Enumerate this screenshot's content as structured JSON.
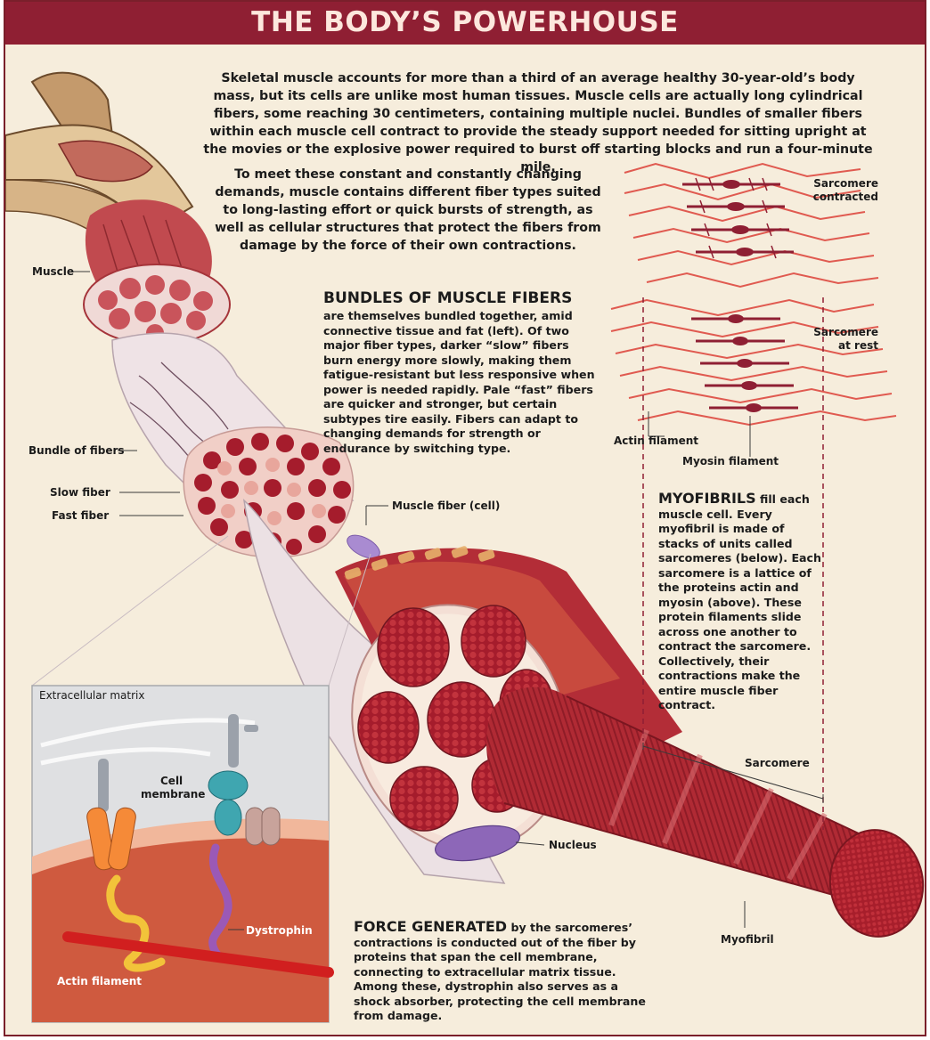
{
  "title": "THE BODY’S POWERHOUSE",
  "intro": {
    "paragraph1": "Skeletal muscle accounts for more than a third of an average healthy 30-year-old’s body mass, but its cells are unlike most human tissues. Muscle cells are actually long cylindrical fibers, some reaching 30 centimeters, containing multiple nuclei. Bundles of smaller fibers within each muscle cell contract to provide the steady support needed for sitting upright at the movies or the explosive power required to burst off starting blocks and run a four-minute mile.",
    "paragraph2": "To meet these constant and constantly changing demands, muscle contains different fiber types suited to long-lasting effort or quick bursts of strength, as well as cellular structures that protect the fibers from damage by the force of their own contractions."
  },
  "bundles": {
    "heading": "BUNDLES OF MUSCLE FIBERS",
    "body": "are themselves bundled together, amid connective tissue and fat (left). Of two major fiber types, darker “slow” fibers burn energy more slowly, making them fatigue-resistant but less responsive when power is needed rapidly. Pale “fast” fibers are quicker and stronger, but certain subtypes tire easily. Fibers can adapt to changing demands for strength or endurance by switching type."
  },
  "myofibrils": {
    "heading": "MYOFIBRILS",
    "body": "fill each muscle cell. Every myofibril is made of stacks of units called sarcomeres (below). Each sarcomere is a lattice of the proteins actin and myosin (above). These protein filaments slide across one another to contract the sarcomere. Collectively, their contractions make the entire muscle fiber contract."
  },
  "force": {
    "heading": "FORCE GENERATED",
    "body": "by the sarcomeres’ contractions is conducted out of the fiber by proteins that span the cell membrane, connecting to extracellular matrix tissue. Among these, dystrophin also serves as a shock absorber, protecting the cell membrane from damage."
  },
  "labels": {
    "muscle": "Muscle",
    "bundle_of_fibers": "Bundle of fibers",
    "slow_fiber": "Slow fiber",
    "fast_fiber": "Fast fiber",
    "muscle_fiber_cell": "Muscle fiber (cell)",
    "nucleus": "Nucleus",
    "sarcomere_contracted_1": "Sarcomere",
    "sarcomere_contracted_2": "contracted",
    "sarcomere_rest_1": "Sarcomere",
    "sarcomere_rest_2": "at rest",
    "actin_filament": "Actin filament",
    "myosin_filament": "Myosin filament",
    "sarcomere": "Sarcomere",
    "myofibril": "Myofibril",
    "extracellular_matrix": "Extracellular matrix",
    "cell_membrane_1": "Cell",
    "cell_membrane_2": "membrane",
    "dystrophin": "Dystrophin",
    "inset_actin_filament": "Actin filament"
  },
  "colors": {
    "title_bar": "#8f1f33",
    "background": "#f6eddc",
    "muscle_red": "#b8323a",
    "slow_fiber": "#a51c2c",
    "fast_fiber": "#e8a69c",
    "nucleus": "#8d67b8",
    "dystrophin": "#9b59b6",
    "actin": "#d11f1f"
  }
}
